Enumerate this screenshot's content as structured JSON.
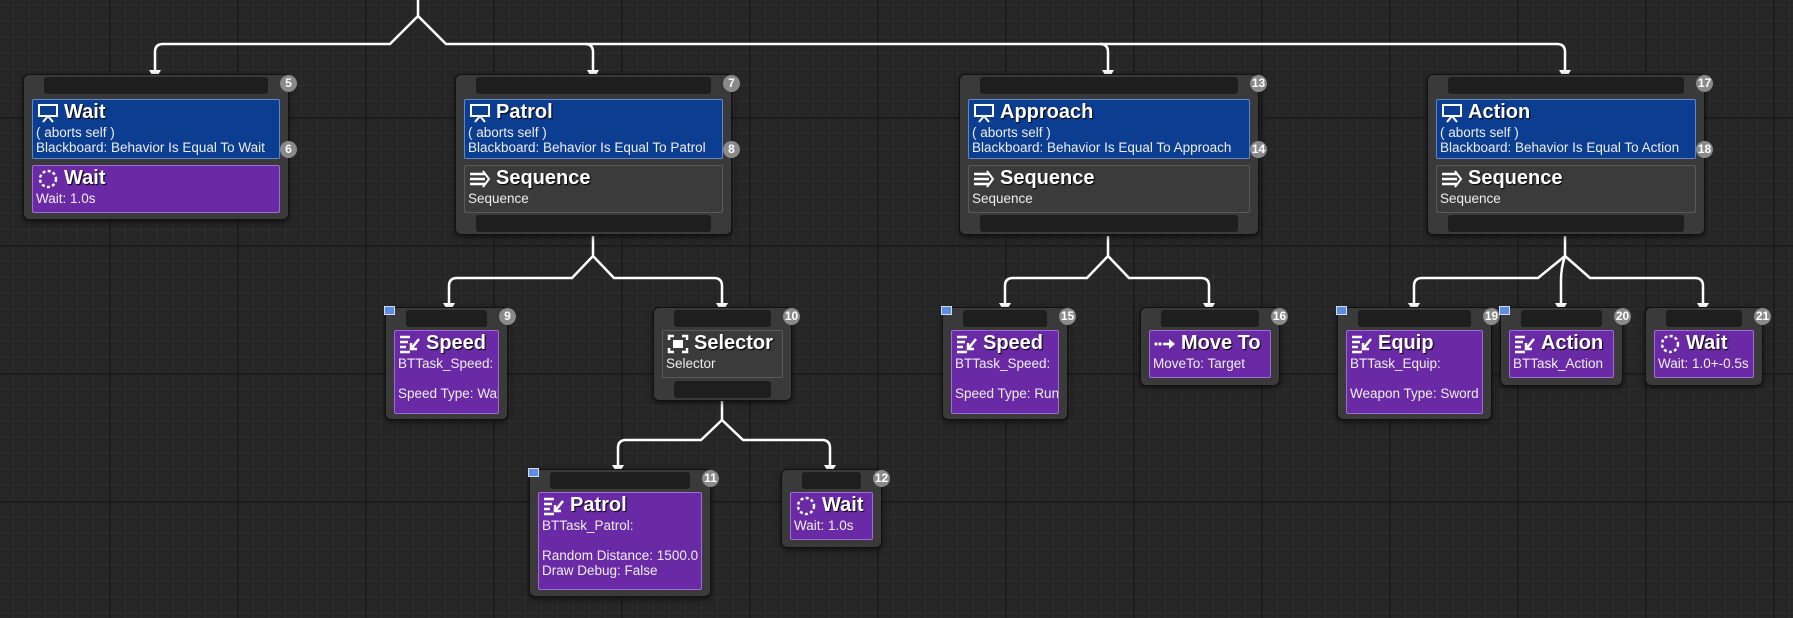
{
  "nodes": {
    "wait_branch": {
      "index": "5",
      "decorator": {
        "title": "Wait",
        "aborts": "( aborts self )",
        "condition": "Blackboard: Behavior Is Equal To Wait",
        "index": "6"
      },
      "task": {
        "title": "Wait",
        "detail": "Wait: 1.0s"
      }
    },
    "patrol_branch": {
      "index": "7",
      "decorator": {
        "title": "Patrol",
        "aborts": "( aborts self )",
        "condition": "Blackboard: Behavior Is Equal To Patrol",
        "index": "8"
      },
      "composite": {
        "title": "Sequence",
        "detail": "Sequence"
      }
    },
    "approach_branch": {
      "index": "13",
      "decorator": {
        "title": "Approach",
        "aborts": "( aborts self )",
        "condition": "Blackboard: Behavior Is Equal To Approach",
        "index": "14"
      },
      "composite": {
        "title": "Sequence",
        "detail": "Sequence"
      }
    },
    "action_branch": {
      "index": "17",
      "decorator": {
        "title": "Action",
        "aborts": "( aborts self )",
        "condition": "Blackboard: Behavior Is Equal To Action",
        "index": "18"
      },
      "composite": {
        "title": "Sequence",
        "detail": "Sequence"
      }
    },
    "speed_walk": {
      "index": "9",
      "title": "Speed",
      "line1": "BTTask_Speed:",
      "line2": "Speed Type: Walk"
    },
    "selector": {
      "index": "10",
      "title": "Selector",
      "detail": "Selector"
    },
    "patrol_task": {
      "index": "11",
      "title": "Patrol",
      "line1": "BTTask_Patrol:",
      "line2": "Random Distance: 1500.0",
      "line3": "Draw Debug: False"
    },
    "wait_12": {
      "index": "12",
      "title": "Wait",
      "detail": "Wait: 1.0s"
    },
    "speed_run": {
      "index": "15",
      "title": "Speed",
      "line1": "BTTask_Speed:",
      "line2": "Speed Type: Run"
    },
    "move_to": {
      "index": "16",
      "title": "Move To",
      "detail": "MoveTo: Target"
    },
    "equip": {
      "index": "19",
      "title": "Equip",
      "line1": "BTTask_Equip:",
      "line2": "Weapon Type: Sword"
    },
    "action_task": {
      "index": "20",
      "title": "Action",
      "detail": "BTTask_Action"
    },
    "wait_21": {
      "index": "21",
      "title": "Wait",
      "detail": "Wait: 1.0+-0.5s"
    }
  },
  "icons": {
    "decorator": "blackboard-icon",
    "wait": "wait-icon",
    "sequence": "sequence-icon",
    "selector": "selector-icon",
    "task": "task-icon",
    "move_to": "move-to-icon"
  },
  "colors": {
    "decorator": "#0b3d91",
    "task": "#6a2aa6",
    "composite": "#3b3b3b",
    "wire": "#ffffff",
    "background": "#262626"
  }
}
